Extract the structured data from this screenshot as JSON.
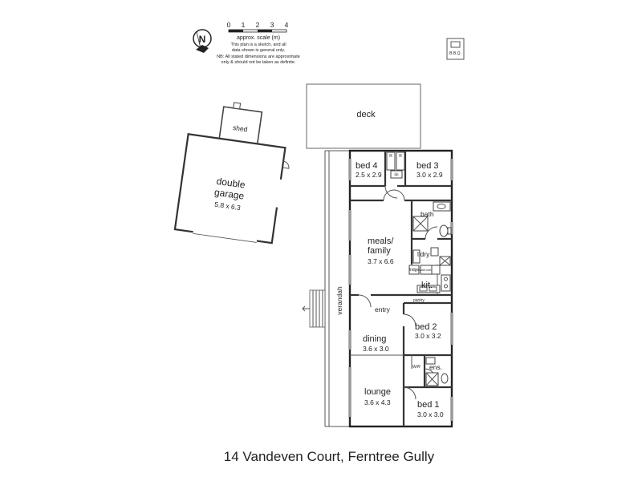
{
  "scale": {
    "ticks": [
      "0",
      "1",
      "2",
      "3",
      "4"
    ],
    "label": "approx. scale (m)",
    "note_lines": [
      "This plan is a sketch, and all",
      "data shown is general only.",
      "NB: All stated dimensions are approximate",
      "only & should not be taken as definite."
    ]
  },
  "north": {
    "letter": "N"
  },
  "bbq": {
    "label": "B.B.Q."
  },
  "rooms": {
    "deck": {
      "name": "deck"
    },
    "shed": {
      "name": "shed"
    },
    "garage": {
      "name_line1": "double",
      "name_line2": "garage",
      "dims": "5.8 x 6.3"
    },
    "bed4": {
      "name": "bed 4",
      "dims": "2.5 x 2.9"
    },
    "bed3": {
      "name": "bed 3",
      "dims": "3.0 x 2.9"
    },
    "bath": {
      "name": "bath"
    },
    "meals": {
      "name_line1": "meals/",
      "name_line2": "family",
      "dims": "3.7 x 6.6"
    },
    "ldry": {
      "name": "l'dry"
    },
    "kit": {
      "name": "kit."
    },
    "pantry": {
      "name": "pantry"
    },
    "entry": {
      "name": "entry"
    },
    "verandah": {
      "name": "verandah"
    },
    "dining": {
      "name": "dining",
      "dims": "3.6 x 3.0"
    },
    "bed2": {
      "name": "bed 2",
      "dims": "3.0 x 3.2"
    },
    "wir": {
      "name": "W/R"
    },
    "ens": {
      "name": "ens."
    },
    "lounge": {
      "name": "lounge",
      "dims": "3.6 x 4.3"
    },
    "bed1": {
      "name": "bed 1",
      "dims": "3.0 x 3.0"
    }
  },
  "fixtures": {
    "robe": "R",
    "linen": "lin",
    "fridge": "fridge",
    "wall_oven": "wall oven"
  },
  "address": "14 Vandeven Court, Ferntree Gully"
}
